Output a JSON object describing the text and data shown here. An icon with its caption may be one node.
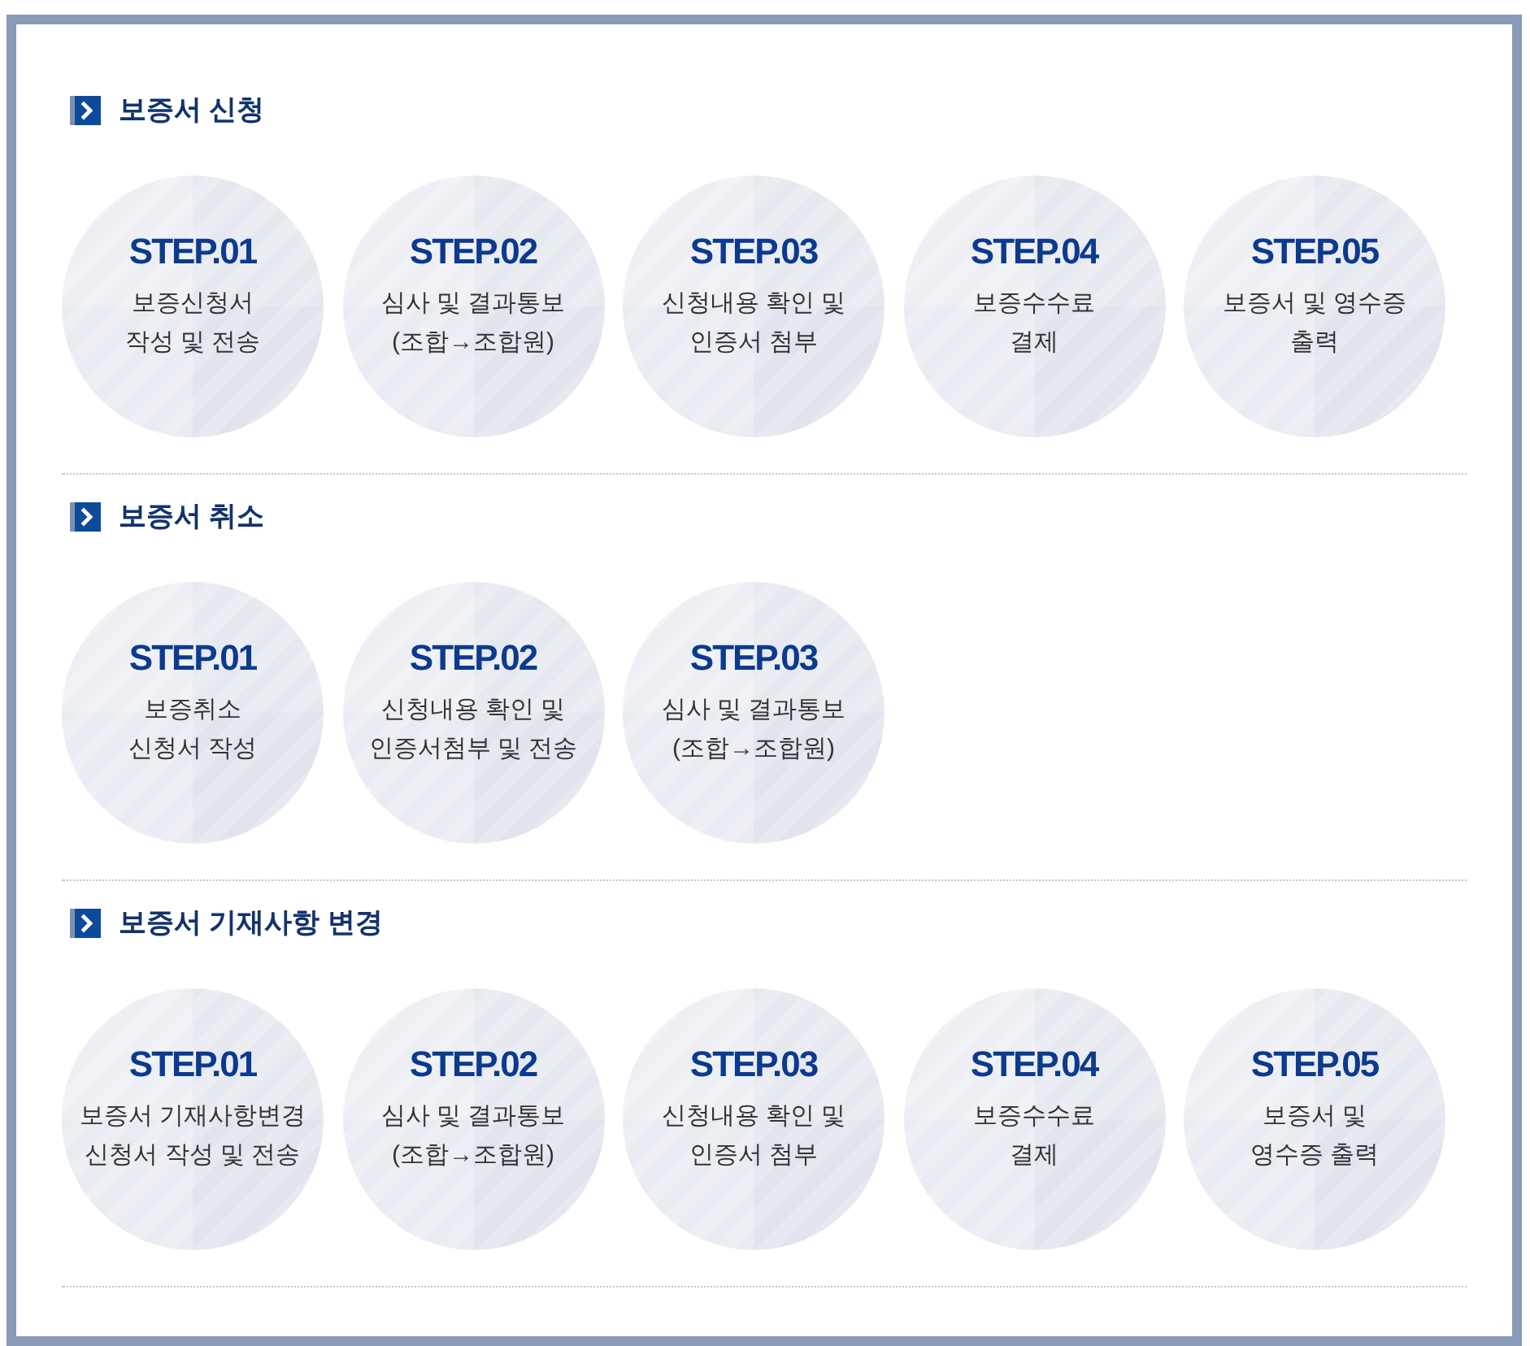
{
  "diagram": {
    "nodes": [
      {
        "text": [
          "보증서 신청"
        ]
      },
      {
        "text": [
          "STEP.01",
          "보증신청서 작성 및 전송"
        ],
        "in": 0
      },
      {
        "text": [
          "STEP.02",
          "심사 및 결과통보 (조합→조합원)"
        ],
        "in": 0
      },
      {
        "text": [
          "STEP.03",
          "신청내용 확인 및 인증서 첨부"
        ],
        "in": 0
      },
      {
        "text": [
          "STEP.04",
          "보증수수료 결제"
        ],
        "in": 0
      },
      {
        "text": [
          "STEP.05",
          "보증서 및 영수증 출력"
        ],
        "in": 0
      },
      {
        "text": [
          "보증서 취소"
        ]
      },
      {
        "text": [
          "STEP.01",
          "보증취소 신청서 작성"
        ],
        "in": 6
      },
      {
        "text": [
          "STEP.02",
          "신청내용 확인 및 인증서첨부 및 전송"
        ],
        "in": 6
      },
      {
        "text": [
          "STEP.03",
          "심사 및 결과통보 (조합→조합원)"
        ],
        "in": 6
      },
      {
        "text": [
          "보증서 기재사항 변경"
        ]
      },
      {
        "text": [
          "STEP.01",
          "보증서 기재사항변경 신청서 작성 및 전송"
        ],
        "in": 10
      },
      {
        "text": [
          "STEP.02",
          "심사 및 결과통보 (조합→조합원)"
        ],
        "in": 10
      },
      {
        "text": [
          "STEP.03",
          "신청내용 확인 및 인증서 첨부"
        ],
        "in": 10
      },
      {
        "text": [
          "STEP.04",
          "보증수수료 결제"
        ],
        "in": 10
      },
      {
        "text": [
          "STEP.05",
          "보증서 및 영수증 출력"
        ],
        "in": 10
      }
    ]
  }
}
